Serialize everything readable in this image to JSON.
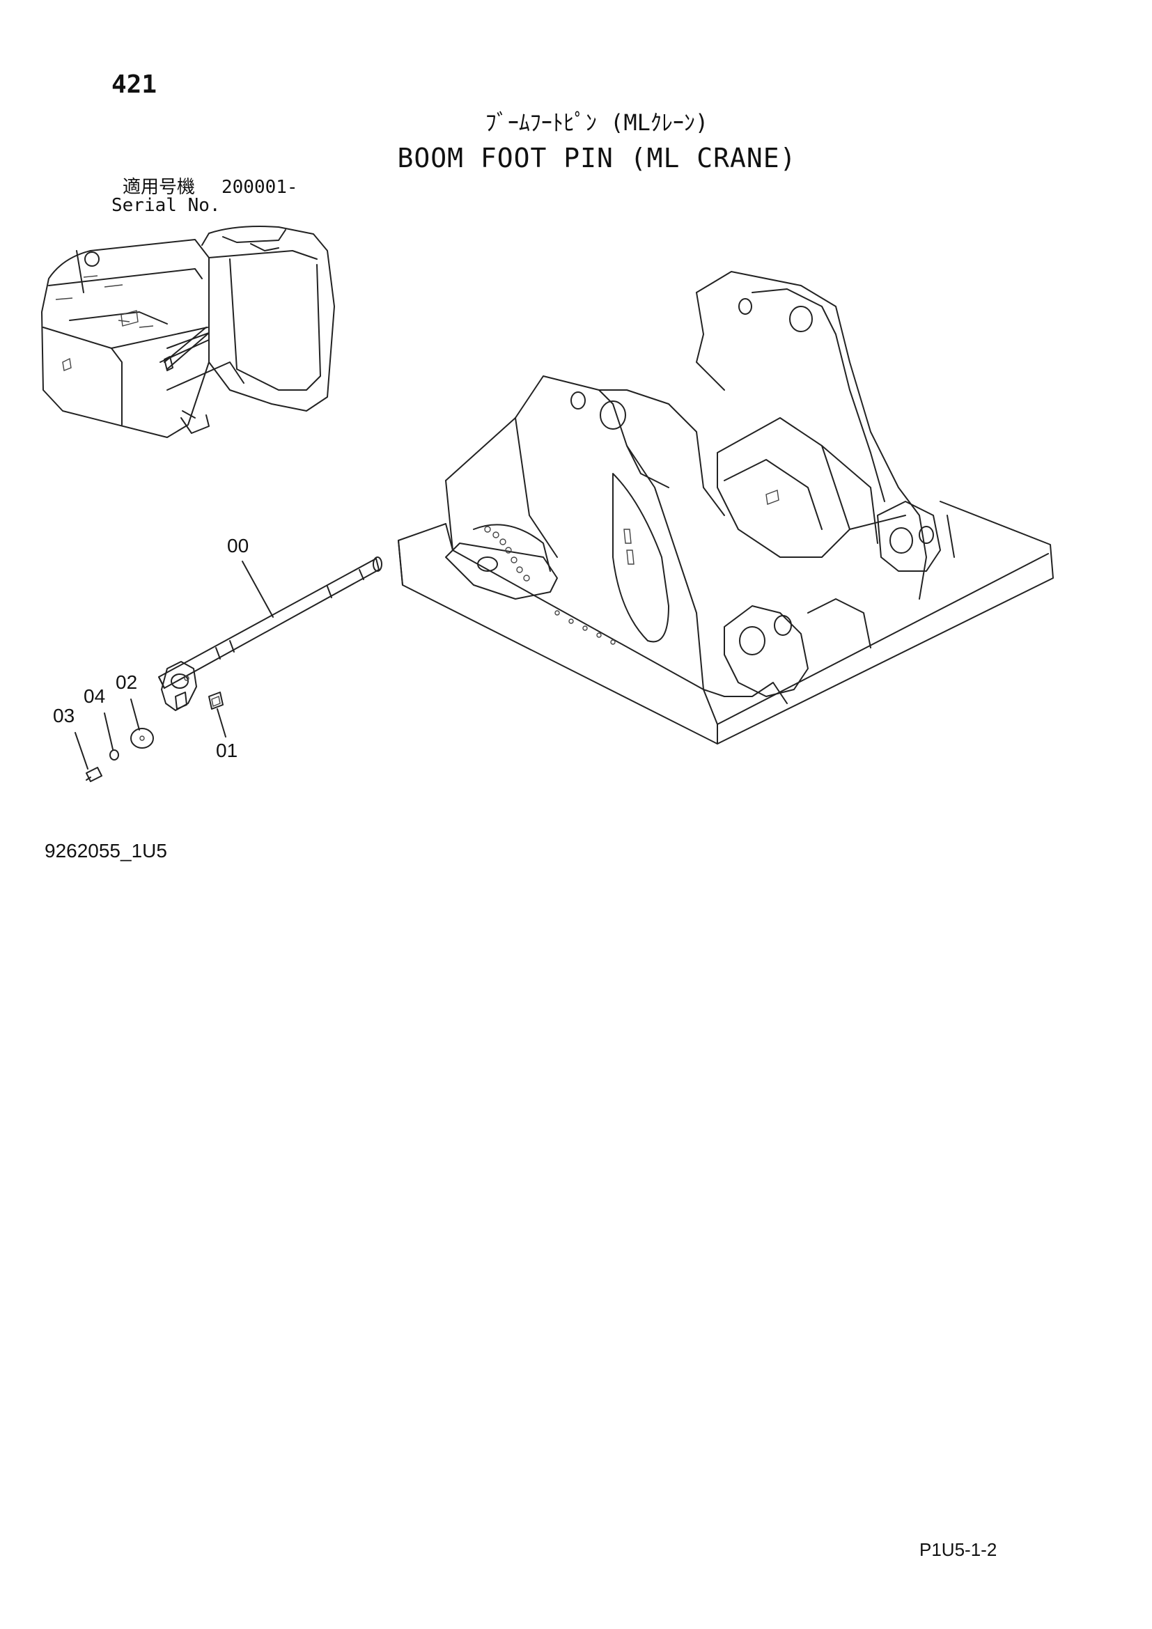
{
  "header": {
    "page_number": "421",
    "title_jp": "ﾌﾞｰﾑﾌｰﾄﾋﾟﾝ (MLｸﾚｰﾝ)",
    "title_en": "BOOM FOOT PIN (ML CRANE)",
    "serial_label_jp": "適用号機",
    "serial_range": "200001-",
    "serial_label_en": "Serial No."
  },
  "callouts": [
    {
      "id": "00",
      "label": "00"
    },
    {
      "id": "01",
      "label": "01"
    },
    {
      "id": "02",
      "label": "02"
    },
    {
      "id": "03",
      "label": "03"
    },
    {
      "id": "04",
      "label": "04"
    }
  ],
  "footer": {
    "doc_code": "9262055_1U5",
    "page_code": "P1U5-1-2"
  }
}
